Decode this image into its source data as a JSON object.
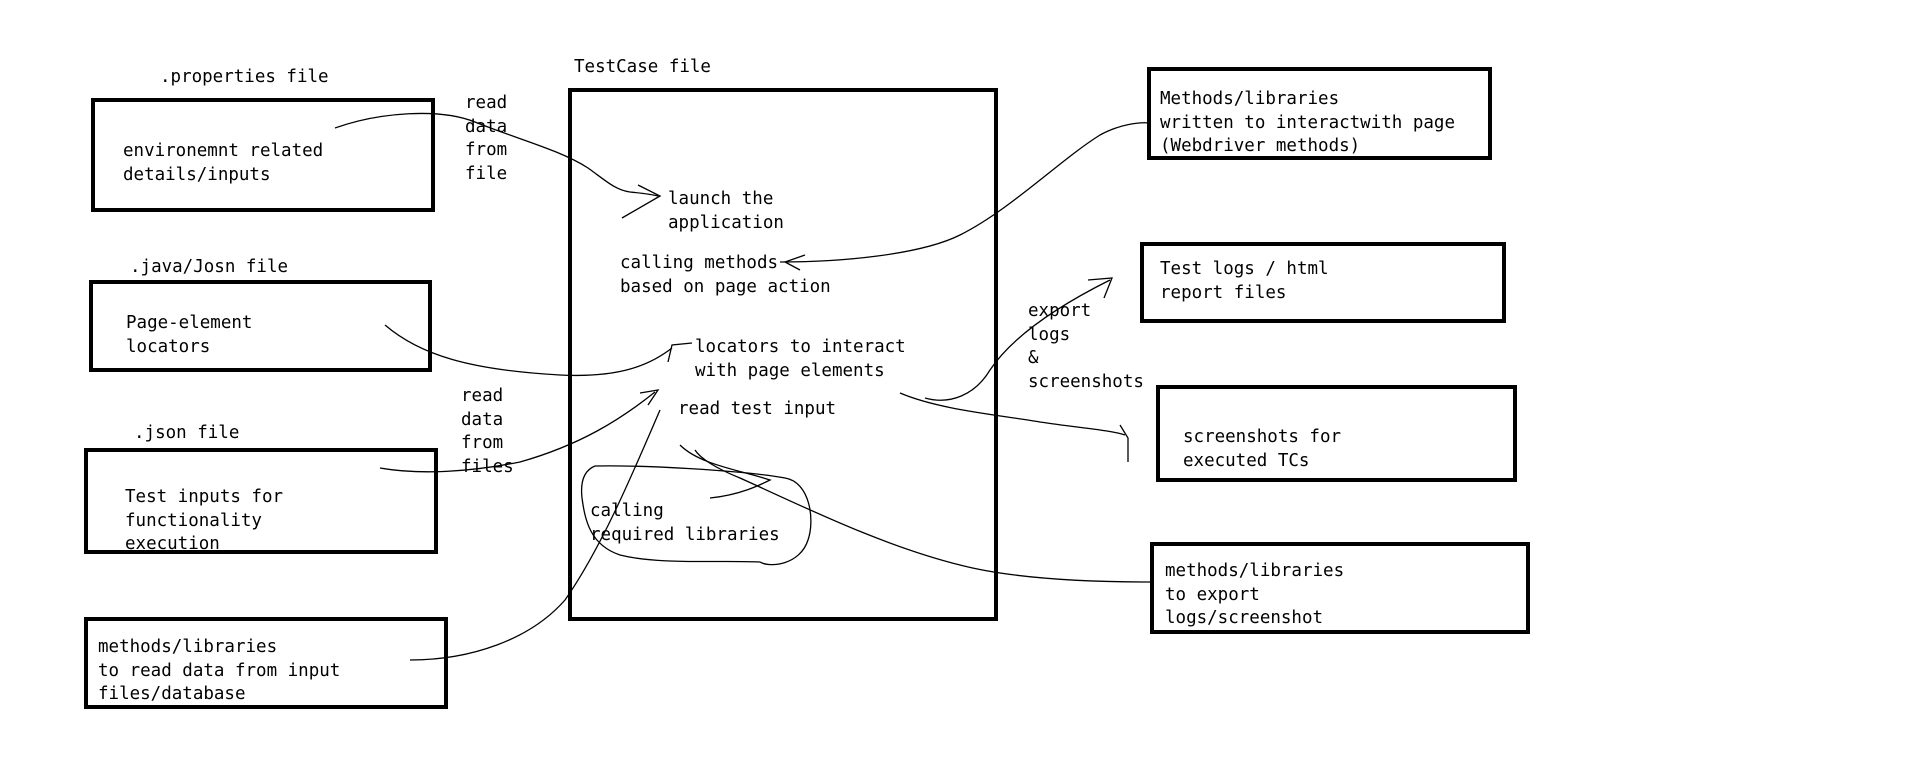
{
  "testcase": {
    "title": "TestCase file",
    "launch": "launch the\napplication",
    "calling_methods": "calling methods\nbased on page action",
    "locators": "locators to interact\nwith page elements",
    "read_input": "read test input",
    "calling_libs": "calling\nrequired libraries"
  },
  "properties": {
    "title": ".properties file",
    "body": "environemnt related\ndetails/inputs"
  },
  "java_json": {
    "title": ".java/Josn file",
    "body": "Page-element\nlocators"
  },
  "json_file": {
    "title": ".json file",
    "body": "Test inputs for\nfunctionality\nexecution"
  },
  "read_libs": {
    "body": "methods/libraries\nto read data from input\nfiles/database"
  },
  "webdriver": {
    "body": "Methods/libraries\nwritten to interactwith page\n(Webdriver methods)"
  },
  "test_logs": {
    "body": "Test logs / html\nreport files"
  },
  "screenshots": {
    "body": "screenshots for\nexecuted TCs"
  },
  "export_libs": {
    "body": "methods/libraries\nto export\nlogs/screenshot"
  },
  "labels": {
    "read_from_file": "read\ndata\nfrom\nfile",
    "read_from_files": "read\ndata\nfrom\nfiles",
    "export": "export\nlogs\n&\nscreenshots"
  }
}
